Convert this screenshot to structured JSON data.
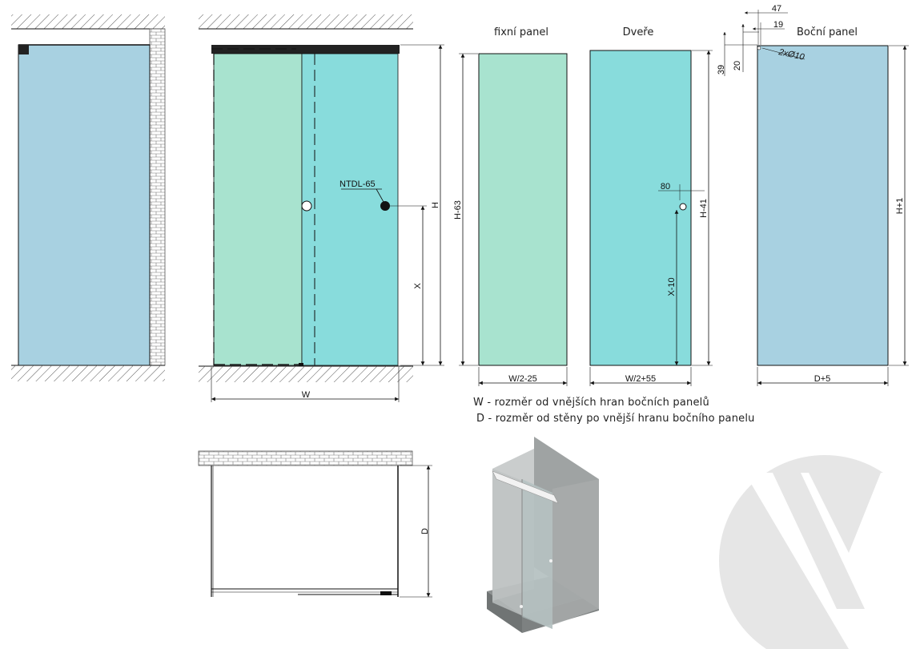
{
  "panels": {
    "fixed_title": "fixní panel",
    "door_title": "Dveře",
    "side_title": "Boční panel"
  },
  "labels": {
    "handle": "NTDL-65",
    "W": "W",
    "H": "H",
    "X": "X",
    "D": "D",
    "H63": "H-63",
    "H41": "H-41",
    "H1": "H+1",
    "X10": "X-10",
    "W2m25": "W/2-25",
    "W2p55": "W/2+55",
    "D5": "D+5",
    "d80": "80",
    "d47": "47",
    "d19": "19",
    "d39": "39",
    "d20": "20",
    "holes": "2xØ10"
  },
  "notes": {
    "w_note": "W - rozměr od vnějších hran bočních panelů",
    "d_note": "D - rozměr od stěny po vnější hranu bočního panelu"
  },
  "colors": {
    "fixed_glass": "#a8e3cf",
    "door_glass": "#88dcdc",
    "side_glass": "#a8d1e1",
    "line": "#111111",
    "watermark": "#e6e6e6",
    "render_glass": "#b4b8b8"
  }
}
